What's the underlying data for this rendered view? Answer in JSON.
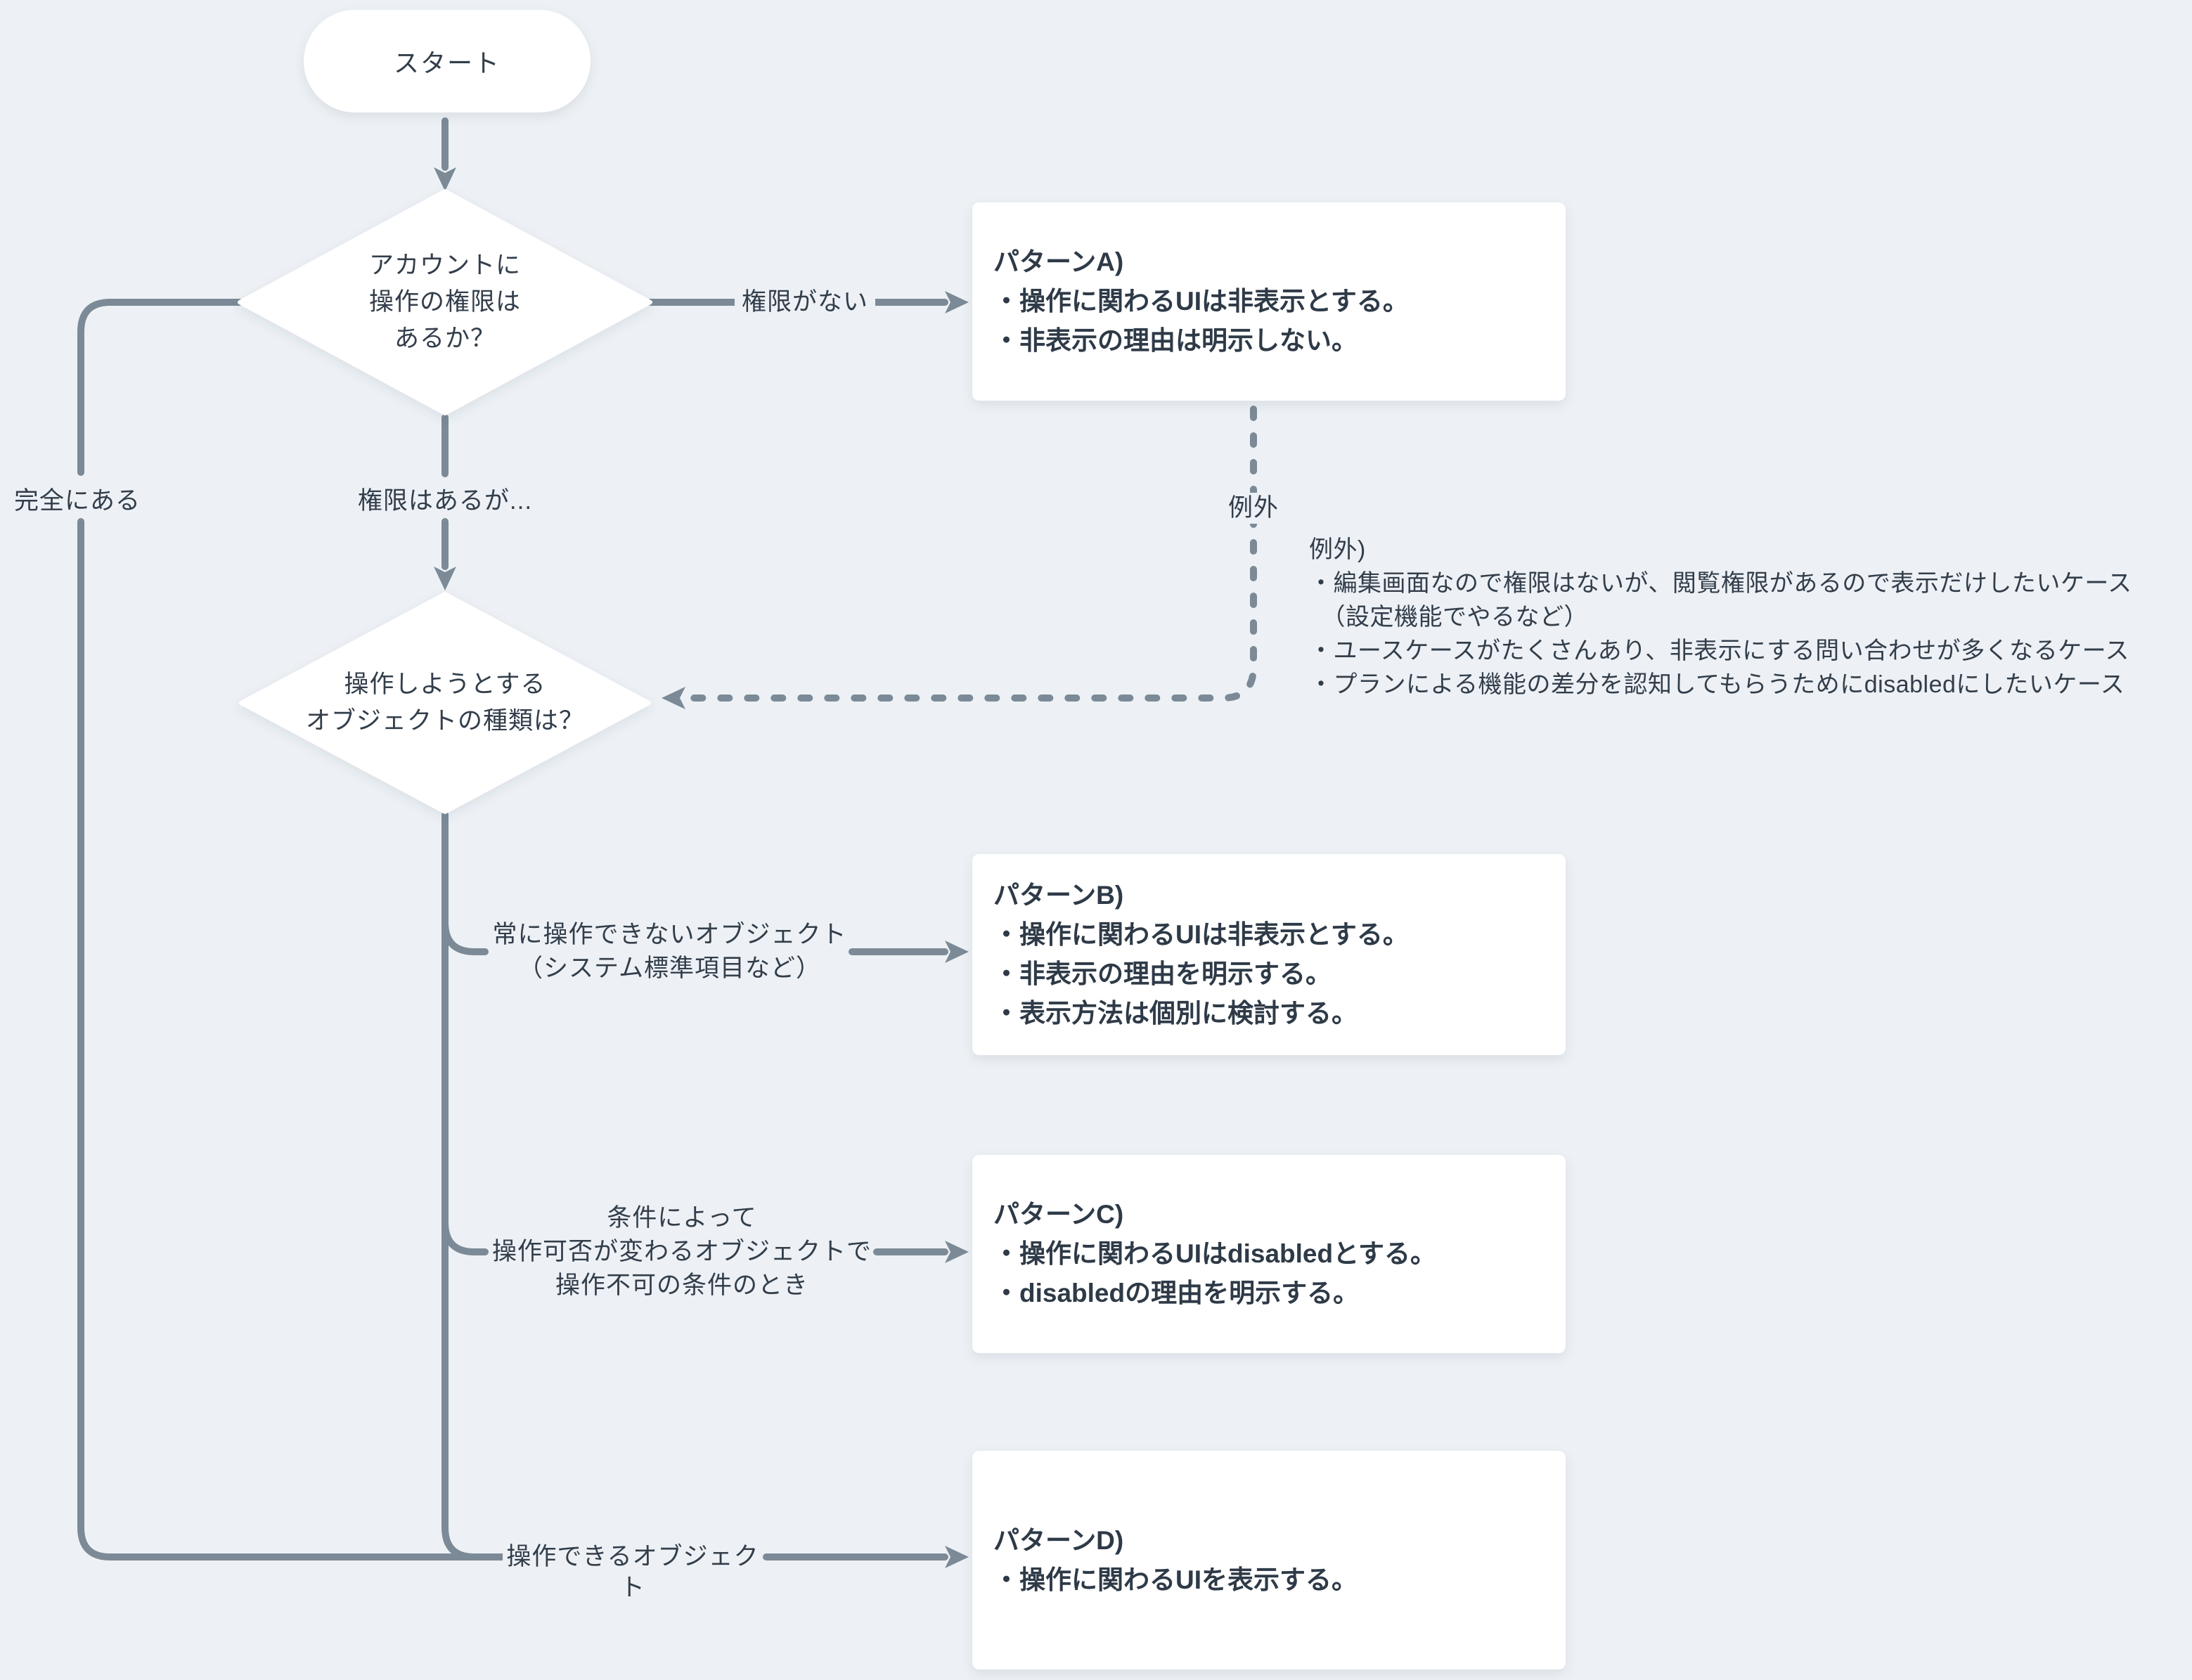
{
  "colors": {
    "background": "#edf1f5",
    "line": "#7b8a96",
    "text": "#333e4b",
    "node_background": "#ffffff"
  },
  "nodes": {
    "start": {
      "label": "スタート"
    },
    "decision1": {
      "lines": [
        "アカウントに",
        "操作の権限は",
        "あるか？"
      ]
    },
    "decision2": {
      "lines": [
        "操作しようとする",
        "オブジェクトの種類は？"
      ]
    },
    "patternA": {
      "title": "パターンA)",
      "bullets": [
        "・操作に関わるUIは非表示とする。",
        "・非表示の理由は明示しない。"
      ]
    },
    "patternB": {
      "title": "パターンB)",
      "bullets": [
        "・操作に関わるUIは非表示とする。",
        "・非表示の理由を明示する。",
        "・表示方法は個別に検討する。"
      ]
    },
    "patternC": {
      "title": "パターンC)",
      "bullets": [
        "・操作に関わるUIはdisabledとする。",
        "・disabledの理由を明示する。"
      ]
    },
    "patternD": {
      "title": "パターンD)",
      "bullets": [
        "・操作に関わるUIを表示する。"
      ]
    }
  },
  "edge_labels": {
    "no_permission": "権限がない",
    "fully_has": "完全にある",
    "has_permission_but": "権限はあるが...",
    "exception": "例外",
    "always_inoperable_1": "常に操作できないオブジェクト",
    "always_inoperable_2": "（システム標準項目など）",
    "conditional_1": "条件によって",
    "conditional_2": "操作可否が変わるオブジェクトで",
    "conditional_3": "操作不可の条件のとき",
    "operable": "操作できるオブジェクト"
  },
  "exception_note": {
    "title": "例外)",
    "lines": [
      "・編集画面なので権限はないが、閲覧権限があるので表示だけしたいケース",
      "　（設定機能でやるなど）",
      "・ユースケースがたくさんあり、非表示にする問い合わせが多くなるケース",
      "・プランによる機能の差分を認知してもらうためにdisabledにしたいケース"
    ]
  }
}
